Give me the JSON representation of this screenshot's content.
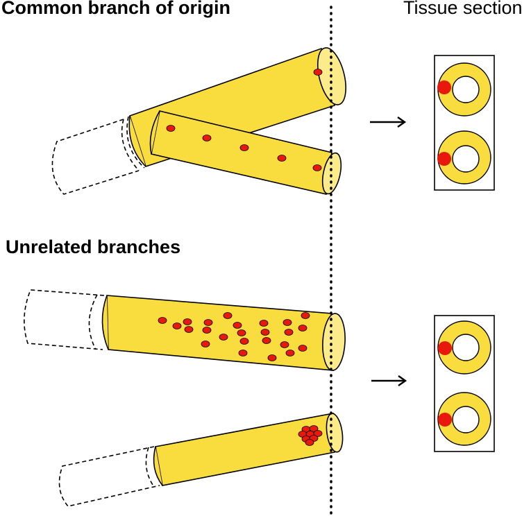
{
  "titles": {
    "common_branch": "Common branch of origin",
    "tissue_section": "Tissue section",
    "unrelated_branches": "Unrelated branches"
  },
  "colors": {
    "vessel_fill": "#F9DC3D",
    "vessel_face": "#FCEB8A",
    "cell": "#E8180C",
    "outline": "#000000"
  }
}
